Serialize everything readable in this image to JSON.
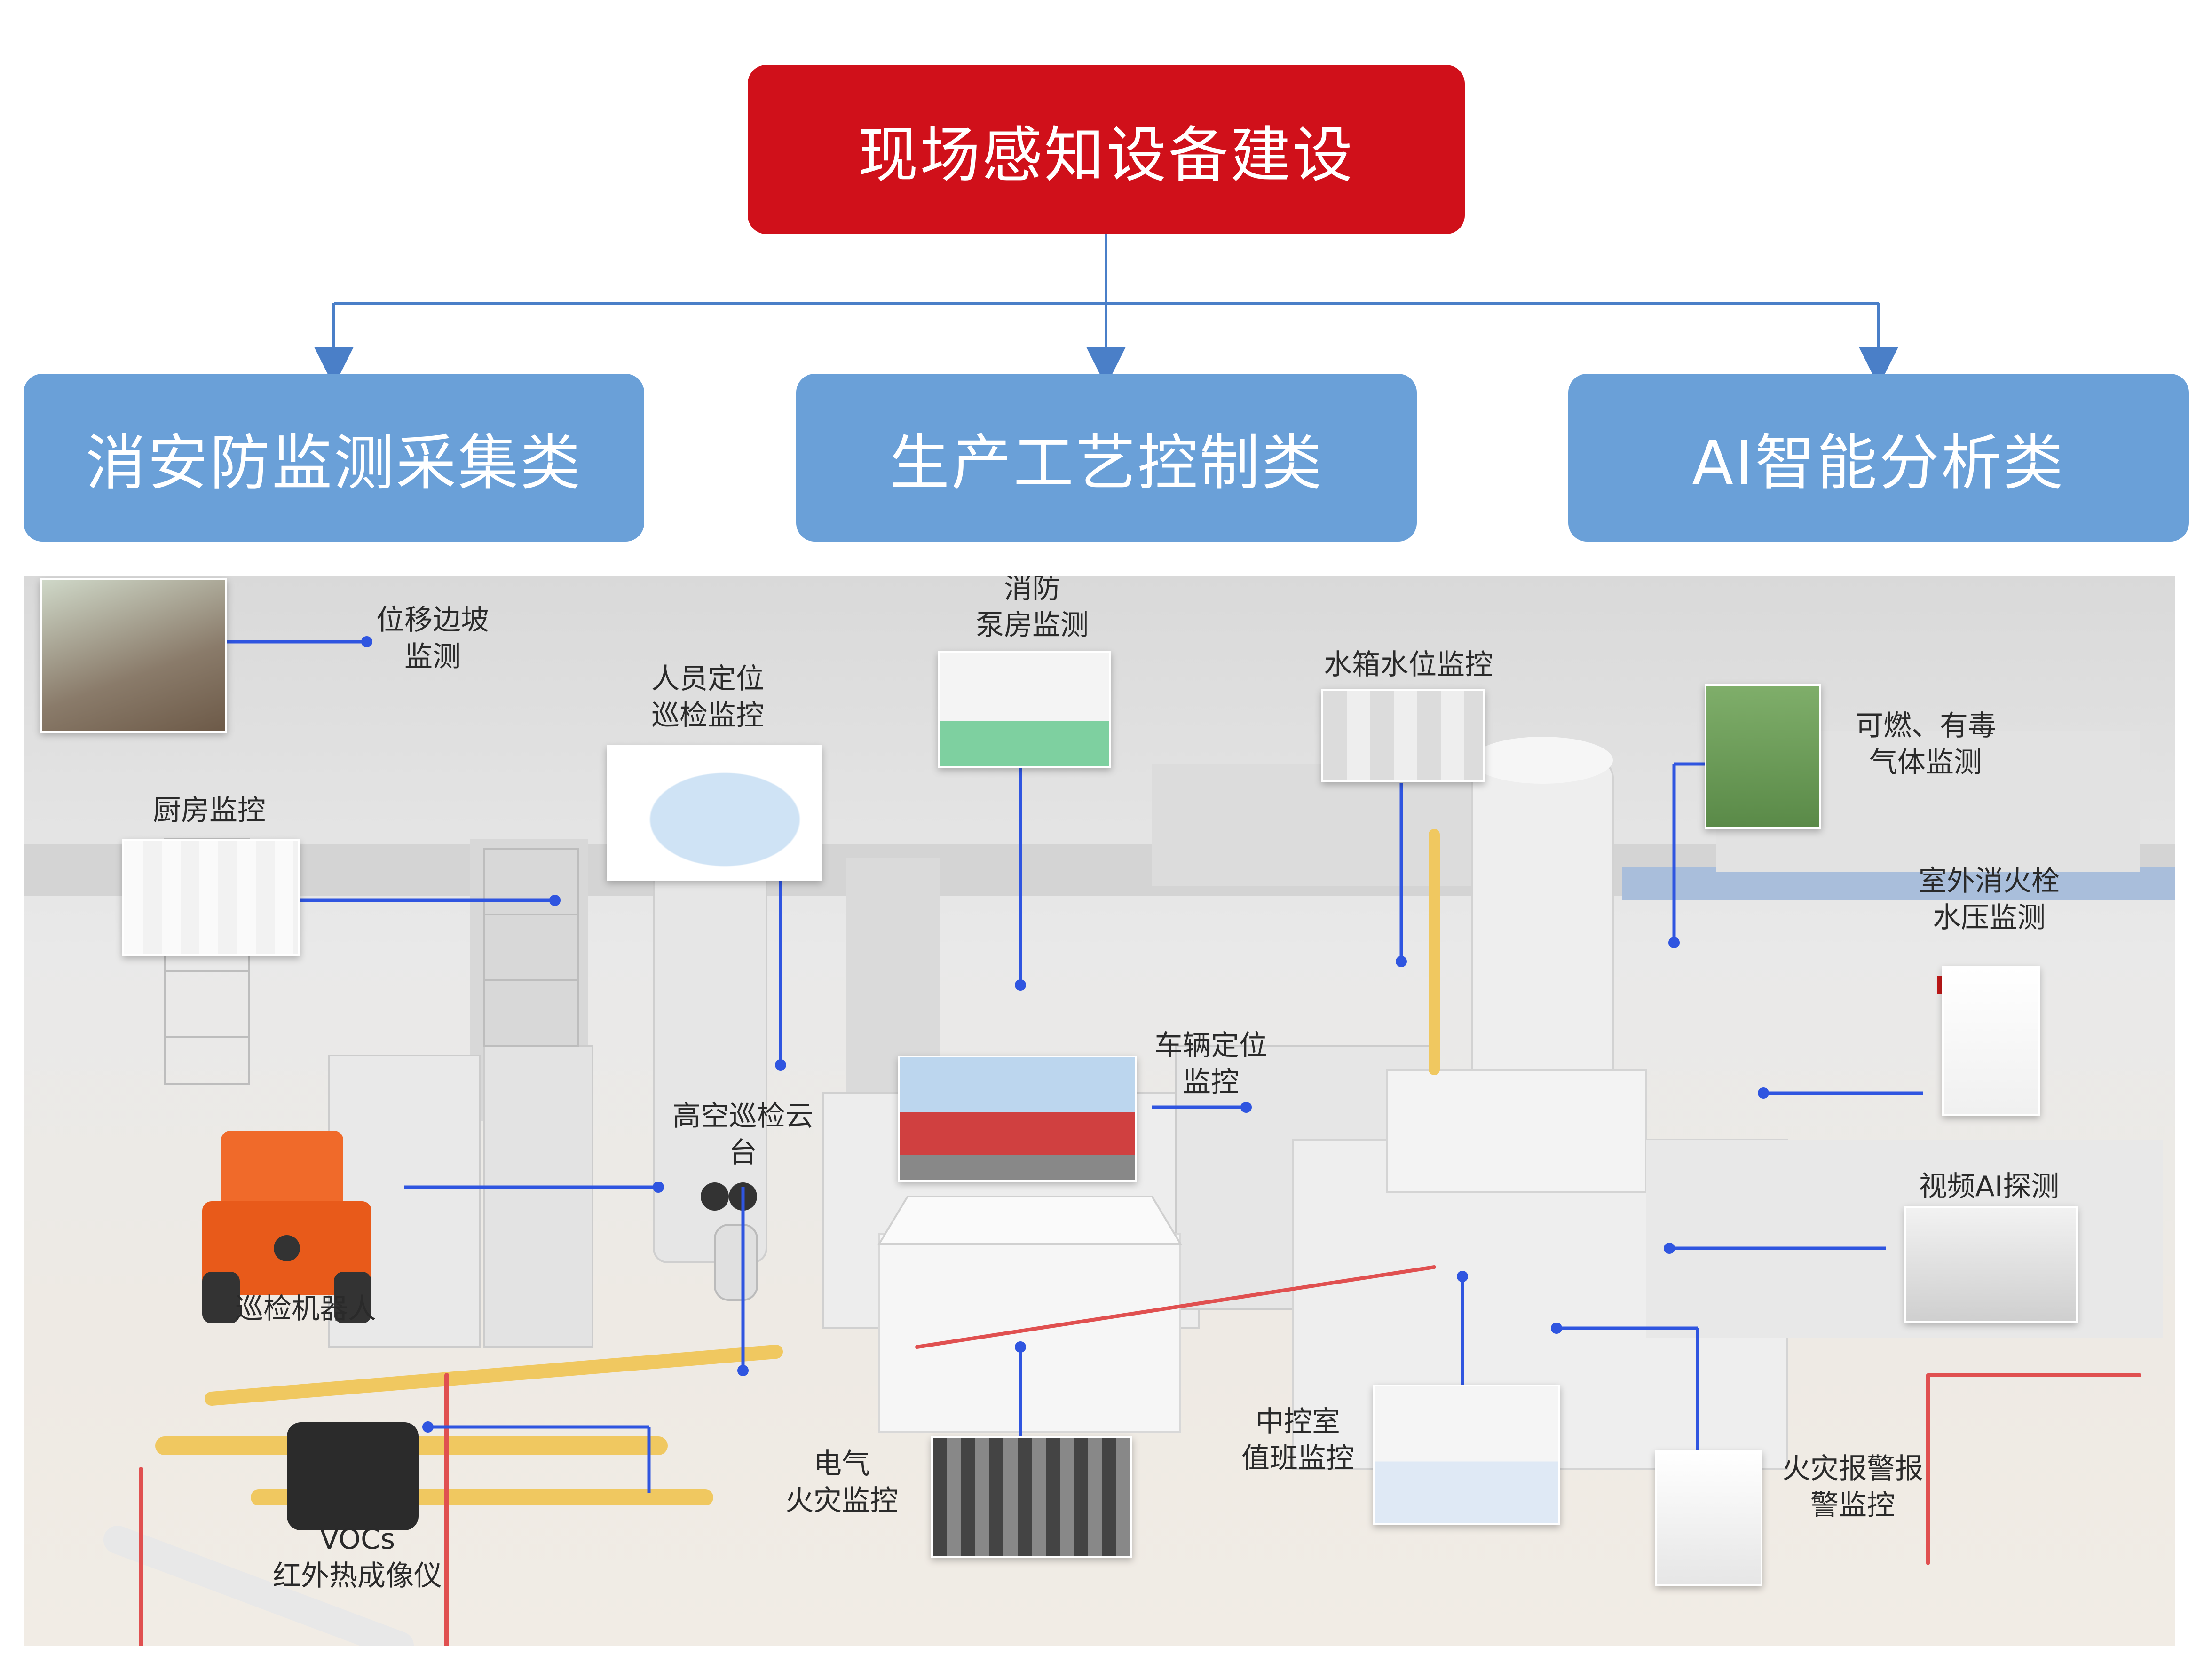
{
  "root": {
    "label": "现场感知设备建设"
  },
  "categories": [
    {
      "label": "消安防监测采集类"
    },
    {
      "label": "生产工艺控制类"
    },
    {
      "label": "AI智能分析类"
    }
  ],
  "devices": [
    {
      "label": "位移边坡\n监测"
    },
    {
      "label": "人员定位\n巡检监控"
    },
    {
      "label": "消防\n泵房监测"
    },
    {
      "label": "水箱水位监控"
    },
    {
      "label": "可燃、有毒\n气体监测"
    },
    {
      "label": "厨房监控"
    },
    {
      "label": "室外消火栓\n水压监测"
    },
    {
      "label": "车辆定位\n监控"
    },
    {
      "label": "高空巡检云\n台"
    },
    {
      "label": "视频AI探测"
    },
    {
      "label": "巡检机器人"
    },
    {
      "label": "中控室\n值班监控"
    },
    {
      "label": "电气\n火灾监控"
    },
    {
      "label": "火灾报警报\n警监控"
    },
    {
      "label": "VOCs\n红外热成像仪"
    }
  ],
  "colors": {
    "root": "#d0101a",
    "category": "#6aa0d8",
    "connector": "#4a7fc8",
    "callout": "#2f55e0",
    "pipe_yellow": "#f0c860",
    "pipe_red": "#e05050"
  }
}
